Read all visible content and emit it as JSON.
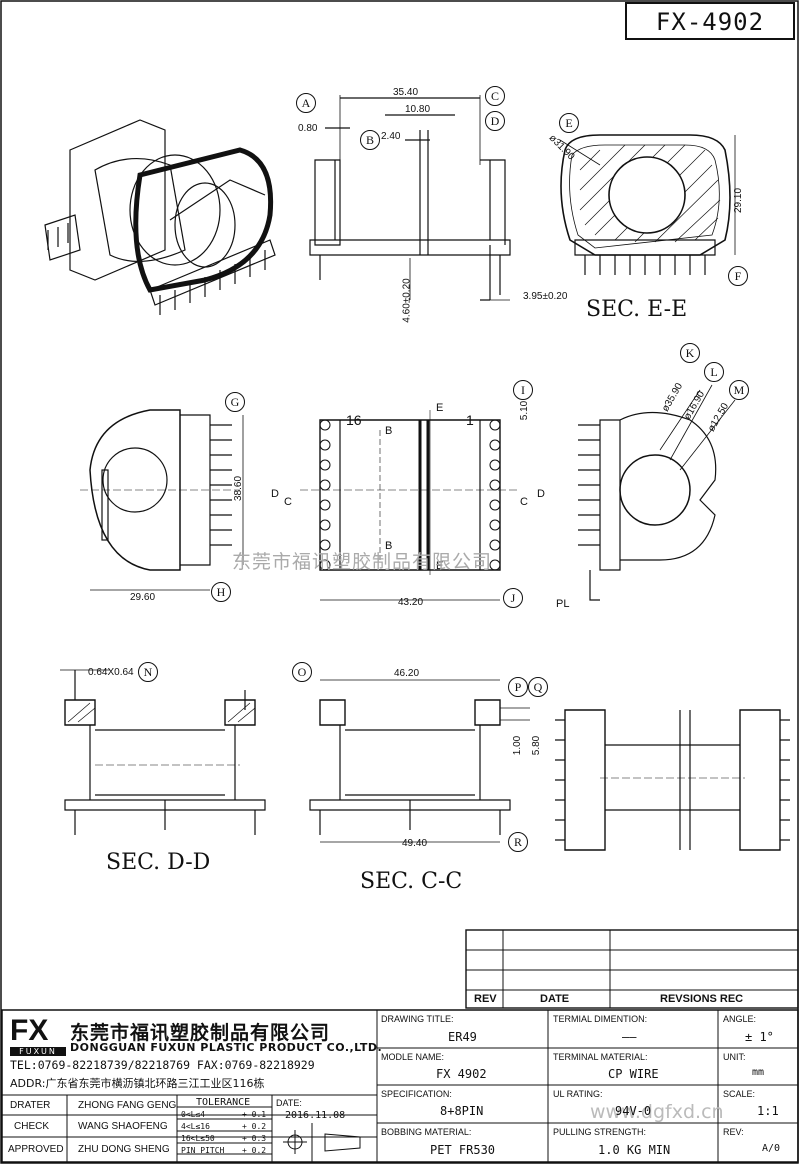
{
  "drawing_number": "FX-4902",
  "sections": {
    "ee": "SEC. E-E",
    "dd": "SEC. D-D",
    "cc": "SEC. C-C"
  },
  "callouts": [
    "A",
    "B",
    "C",
    "D",
    "E",
    "F",
    "G",
    "H",
    "I",
    "J",
    "K",
    "L",
    "M",
    "N",
    "O",
    "P",
    "Q",
    "R"
  ],
  "dimensions": {
    "d3540": "35.40",
    "d1080": "10.80",
    "d080": "0.80",
    "d240": "2.40",
    "d3190": "ø31.90",
    "d2910": "29.10",
    "d460": "4.60±0.20",
    "d395": "3.95±0.20",
    "d3860": "38.60",
    "d2960": "29.60",
    "d4320": "43.20",
    "d510": "5.10",
    "d3590": "ø35.90",
    "d1690": "ø16.90",
    "d1250": "ø12.50",
    "d064": "0.64X0.64",
    "d4620": "46.20",
    "d100": "1.00",
    "d580": "5.80",
    "d4940": "49.40"
  },
  "section_marks": {
    "b": "B",
    "c": "C",
    "d": "D",
    "e": "E",
    "pin16": "16",
    "pin1": "1",
    "pl": "PL"
  },
  "watermark": "东莞市福讯塑胶制品有限公司",
  "watermark_url": "www.dgfxd.cn",
  "revision_table": {
    "headers": [
      "REV",
      "DATE",
      "REVSIONS REC"
    ]
  },
  "company": {
    "logo": "FX",
    "logo_sub": "FUXUN",
    "name_cn": "东莞市福讯塑胶制品有限公司",
    "name_en": "DONGGUAN FUXUN PLASTIC PRODUCT CO.,LTD.",
    "tel": "TEL:0769-82218739/82218769 FAX:0769-82218929",
    "addr": "ADDR:广东省东莞市横沥镇北环路三江工业区116栋"
  },
  "people": [
    {
      "role": "DRATER",
      "name": "ZHONG FANG GENG"
    },
    {
      "role": "CHECK",
      "name": "WANG SHAOFENG"
    },
    {
      "role": "APPROVED",
      "name": "ZHU DONG SHENG"
    }
  ],
  "tolerance": {
    "title": "TOLERANCE",
    "rows": [
      {
        "range": "0<L≤4",
        "tol": "+ 0.1"
      },
      {
        "range": "4<L≤16",
        "tol": "+ 0.2"
      },
      {
        "range": "16<L≤50",
        "tol": "+ 0.3"
      },
      {
        "range": "PIN PITCH",
        "tol": "+ 0.2"
      }
    ]
  },
  "date": {
    "label": "DATE:",
    "value": "2016.11.08"
  },
  "fields": {
    "drawing_title": {
      "label": "DRAWING TITLE:",
      "value": "ER49"
    },
    "module_name": {
      "label": "MODLE NAME:",
      "value": "FX 4902"
    },
    "specification": {
      "label": "SPECIFICATION:",
      "value": "8+8PIN"
    },
    "bobbin_material": {
      "label": "BOBBING MATERIAL:",
      "value": "PET FR530"
    },
    "terminal_dimention": {
      "label": "TERMIAL DIMENTION:",
      "value": "——"
    },
    "terminal_material": {
      "label": "TERMINAL MATERIAL:",
      "value": "CP WIRE"
    },
    "ul_rating": {
      "label": "UL RATING:",
      "value": "94V-0"
    },
    "pulling_strength": {
      "label": "PULLING STRENGTH:",
      "value": "1.0 KG MIN"
    },
    "angle": {
      "label": "ANGLE:",
      "value": "± 1°"
    },
    "unit": {
      "label": "UNIT:",
      "value": "mm"
    },
    "scale": {
      "label": "SCALE:",
      "value": "1:1"
    },
    "rev": {
      "label": "REV:",
      "value": "A/0"
    }
  }
}
